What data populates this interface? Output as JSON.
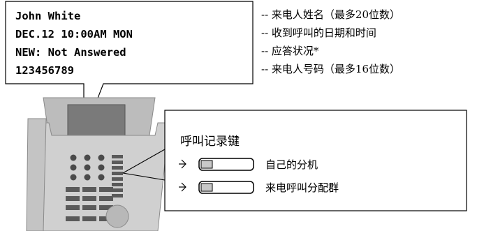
{
  "display": {
    "line1": "John White",
    "line2": "DEC.12 10:00AM MON",
    "line3": "NEW: Not Answered",
    "line4": "123456789"
  },
  "annotations": [
    "-- 来电人姓名（最多20位数）",
    "-- 收到呼叫的日期和时间",
    "-- 应答状况*",
    "-- 来电人号码（最多16位数）"
  ],
  "callout": {
    "title": "呼叫记录键",
    "key1_label": "自己的分机",
    "key2_label": "来电呼叫分配群"
  },
  "colors": {
    "phone_body": "#d0d0d0",
    "phone_dark": "#5a5a5a",
    "phone_screen": "#7a7a7a",
    "key_grey": "#c8c8c8",
    "border": "#000000"
  },
  "icons": {
    "arrow": "right-chevron-icon",
    "phone": "telephone-icon"
  }
}
